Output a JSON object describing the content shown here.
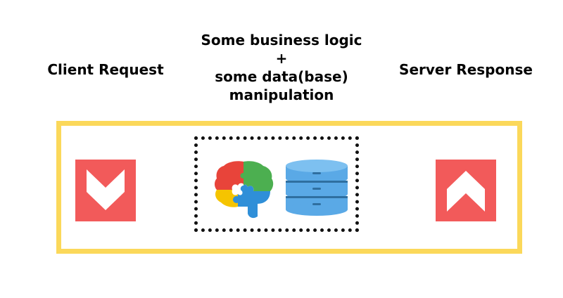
{
  "labels": {
    "client": "Client Request",
    "server": "Server Response",
    "middle": [
      "Some business logic",
      "+",
      "some data(base)",
      "manipulation"
    ]
  },
  "icons": {
    "left": "chevron-down-icon",
    "right": "chevron-up-icon",
    "brain": "puzzle-brain-icon",
    "database": "database-icon"
  },
  "colors": {
    "frame": "#fbd85a",
    "tile": "#f25a5a",
    "db_fill": "#5aa9e6",
    "db_dark": "#2f6fa0",
    "puzzle_red": "#e8443a",
    "puzzle_green": "#4caf50",
    "puzzle_blue": "#2f8fd8",
    "puzzle_yellow": "#f5c400"
  }
}
